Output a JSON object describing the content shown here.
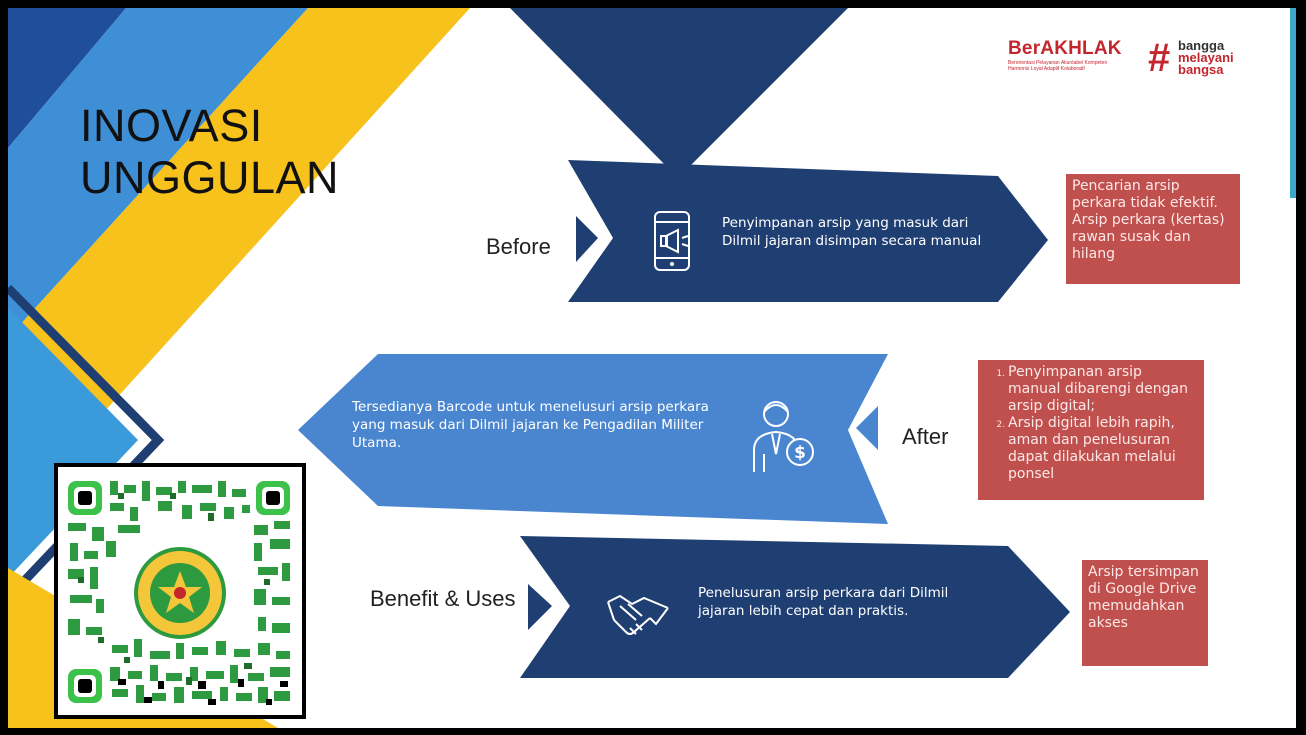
{
  "title": {
    "line1": "INOVASI",
    "line2": "UNGGULAN"
  },
  "logos": {
    "berakhlak": {
      "name": "BerAKHLAK",
      "tagline_line1": "Berorientasi Pelayanan Akuntabel Kompeten",
      "tagline_line2": "Harmonis Loyal Adaptif Kolaboratif"
    },
    "bangga": {
      "hash": "#",
      "words": [
        "bangga",
        "melayani",
        "bangsa"
      ]
    }
  },
  "rows": [
    {
      "label": "Before",
      "icon": "phone-megaphone-icon",
      "text": "Penyimpanan arsip yang masuk dari Dilmil jajaran  disimpan secara manual",
      "note": "Pencarian arsip perkara tidak efektif. Arsip perkara (kertas) rawan susak dan hilang"
    },
    {
      "label": "After",
      "icon": "businessman-dollar-icon",
      "text": "Tersedianya Barcode untuk menelusuri arsip perkara yang masuk dari Dilmil jajaran ke Pengadilan Militer Utama.",
      "note_items": [
        "Penyimpanan arsip manual dibarengi dengan arsip digital;",
        "Arsip digital lebih rapih, aman dan penelusuran dapat dilakukan melalui ponsel"
      ]
    },
    {
      "label": "Benefit & Uses",
      "icon": "handshake-icon",
      "text": "Penelusuran arsip perkara dari Dilmil jajaran lebih cepat dan praktis.",
      "note": "Arsip tersimpan di Google Drive memudahkan akses"
    }
  ],
  "colors": {
    "dark_blue": "#1f3f72",
    "mid_blue": "#4a86cf",
    "light_blue": "#3b9ad9",
    "yellow": "#f7c21b",
    "red_box": "#c0504d",
    "qr_green": "#2d9a3f",
    "logo_red": "#c4262e"
  },
  "qr_code": {
    "icon": "qr-code-icon",
    "emblem": "court-emblem-icon"
  }
}
